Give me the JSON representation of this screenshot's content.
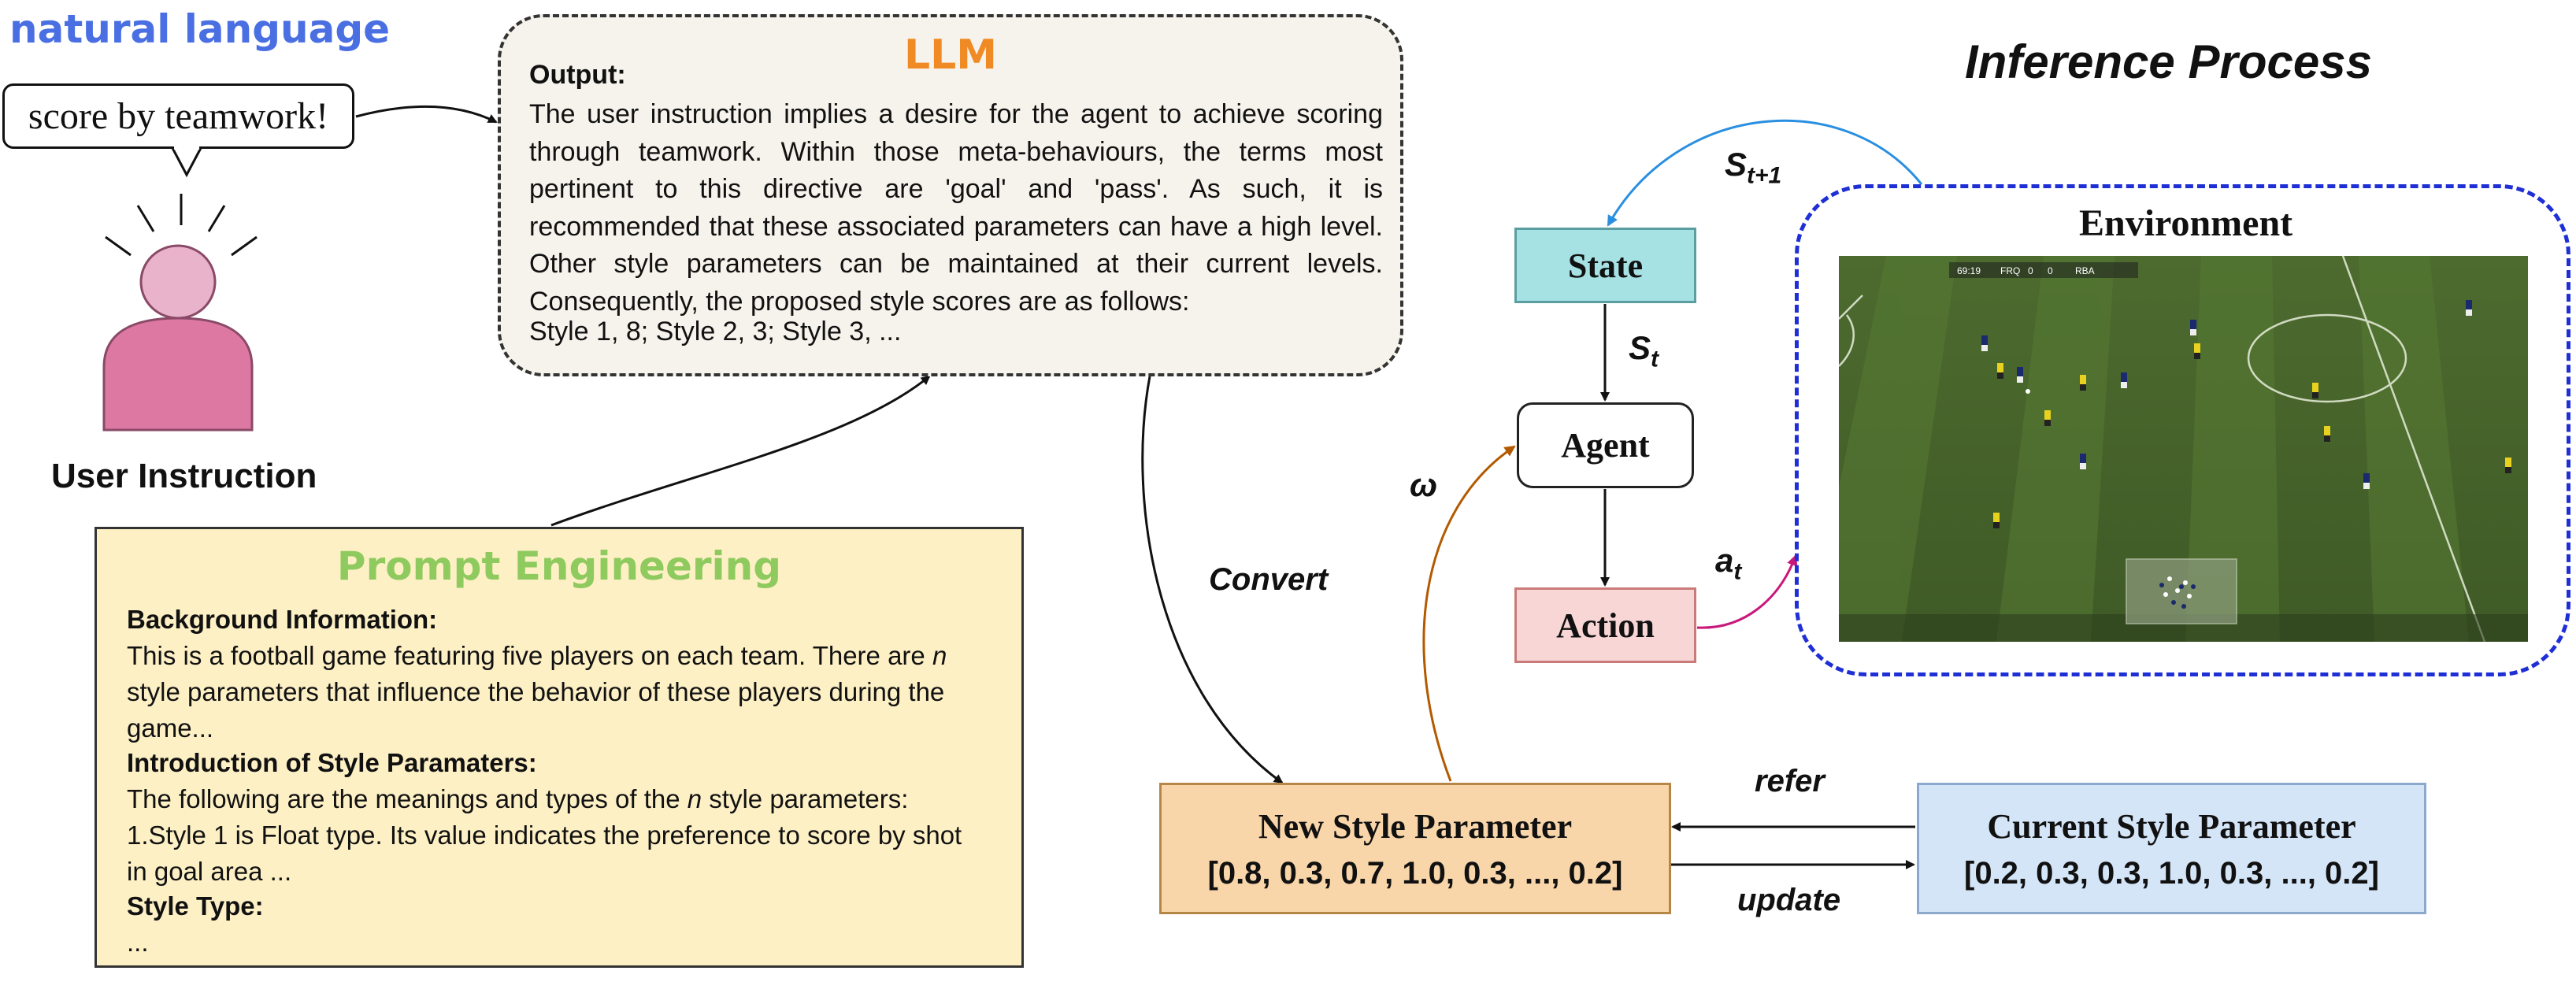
{
  "natural_language_label": "natural language",
  "user_speech": "score by teamwork!",
  "user_instruction_label": "User Instruction",
  "llm": {
    "title": "LLM",
    "output_heading": "Output:",
    "output_text": "The user instruction implies a desire for the agent to achieve scoring through teamwork. Within those meta-behaviours, the terms most pertinent to this directive are 'goal' and 'pass'. As such, it is recommended that these associated parameters can have a high level. Other style parameters can be maintained at their current levels. Consequently, the proposed style scores are as follows:",
    "style_line": "Style 1, 8; Style 2, 3; Style 3, ..."
  },
  "prompt": {
    "title": "Prompt Engineering",
    "background_heading": "Background Information:",
    "background_1_a": "This is a football game featuring five players on each team. There are ",
    "background_n": "n",
    "background_1_b": "style parameters that influence the behavior of these players during the",
    "background_3": "game...",
    "intro_heading": "Introduction of Style Paramaters:",
    "intro_1_a": "The following are the meanings and types of the ",
    "intro_n": "n",
    "intro_1_b": " style parameters:",
    "intro_2": "1.Style 1 is Float type. Its value indicates the preference to score by shot",
    "intro_3": "in goal area ...",
    "type_heading": "Style Type:",
    "type_text": "..."
  },
  "inference_title": "Inference Process",
  "flow": {
    "state": "State",
    "agent": "Agent",
    "action": "Action",
    "environment": "Environment",
    "s_t_base": "S",
    "s_t_sub": "t",
    "s_t1_base": "S",
    "s_t1_sub": "t+1",
    "a_t_base": "a",
    "a_t_sub": "t",
    "omega": "ω",
    "convert": "Convert",
    "refer": "refer",
    "update": "update"
  },
  "scoreboard": {
    "time": "69:19",
    "team1": "FRQ",
    "score1": "0",
    "score2": "0",
    "team2": "RBA"
  },
  "new_param": {
    "title": "New Style Parameter",
    "values": "[0.8, 0.3, 0.7, 1.0, 0.3, ..., 0.2]"
  },
  "current_param": {
    "title": "Current Style Parameter",
    "values": "[0.2, 0.3, 0.3, 1.0, 0.3, ..., 0.2]"
  },
  "colors": {
    "accent_blue": "#4a6fe3",
    "llm_orange": "#f08a24",
    "prompt_green": "#8fca5f",
    "env_border": "#1f2fd6",
    "omega_arrow": "#b35a00",
    "action_arrow": "#c8197a",
    "s_t1_arrow": "#2a8fe0"
  }
}
